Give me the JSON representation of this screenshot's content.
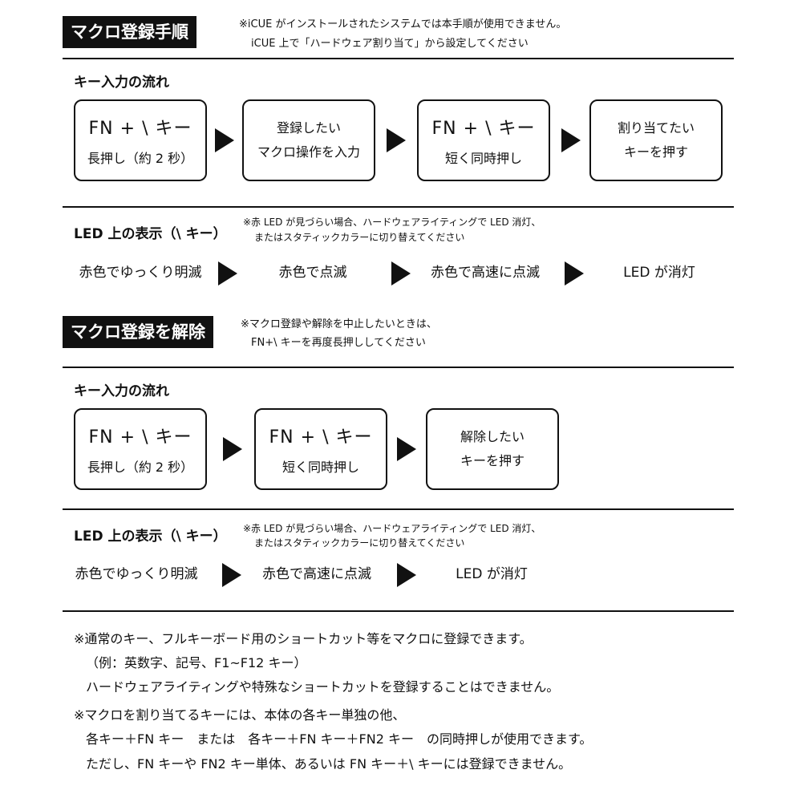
{
  "register": {
    "title": "マクロ登録手順",
    "note_lines": [
      "※iCUE がインストールされたシステムでは本手順が使用できません。",
      "iCUE 上で「ハードウェア割り当て」から設定してください"
    ],
    "flow_heading": "キー入力の流れ",
    "steps": [
      {
        "main": "FN + \\ キー",
        "sub": "長押し（約 2 秒）"
      },
      {
        "line1": "登録したい",
        "line2": "マクロ操作を入力"
      },
      {
        "main": "FN + \\ キー",
        "sub": "短く同時押し"
      },
      {
        "line1": "割り当てたい",
        "line2": "キーを押す"
      }
    ],
    "led_heading": "LED 上の表示（\\ キー）",
    "led_note_lines": [
      "※赤 LED が見づらい場合、ハードウェアライティングで LED 消灯、",
      "またはスタティックカラーに切り替えてください"
    ],
    "led_states": [
      "赤色でゆっくり明滅",
      "赤色で点滅",
      "赤色で高速に点滅",
      "LED が消灯"
    ]
  },
  "unregister": {
    "title": "マクロ登録を解除",
    "note_lines": [
      "※マクロ登録や解除を中止したいときは、",
      "FN+\\ キーを再度長押ししてください"
    ],
    "flow_heading": "キー入力の流れ",
    "steps": [
      {
        "main": "FN + \\ キー",
        "sub": "長押し（約 2 秒）"
      },
      {
        "main": "FN + \\ キー",
        "sub": "短く同時押し"
      },
      {
        "line1": "解除したい",
        "line2": "キーを押す"
      }
    ],
    "led_heading": "LED 上の表示（\\ キー）",
    "led_note_lines": [
      "※赤 LED が見づらい場合、ハードウェアライティングで LED 消灯、",
      "またはスタティックカラーに切り替えてください"
    ],
    "led_states": [
      "赤色でゆっくり明滅",
      "赤色で高速に点滅",
      "LED が消灯"
    ]
  },
  "footnotes": [
    "※通常のキー、フルキーボード用のショートカット等をマクロに登録できます。",
    "（例：英数字、記号、F1~F12 キー）",
    "ハードウェアライティングや特殊なショートカットを登録することはできません。",
    "※マクロを割り当てるキーには、本体の各キー単独の他、",
    "各キー＋FN キー　または　各キー＋FN キー＋FN2 キー　の同時押しが使用できます。",
    "ただし、FN キーや FN2 キー単体、あるいは FN キー＋\\ キーには登録できません。"
  ]
}
